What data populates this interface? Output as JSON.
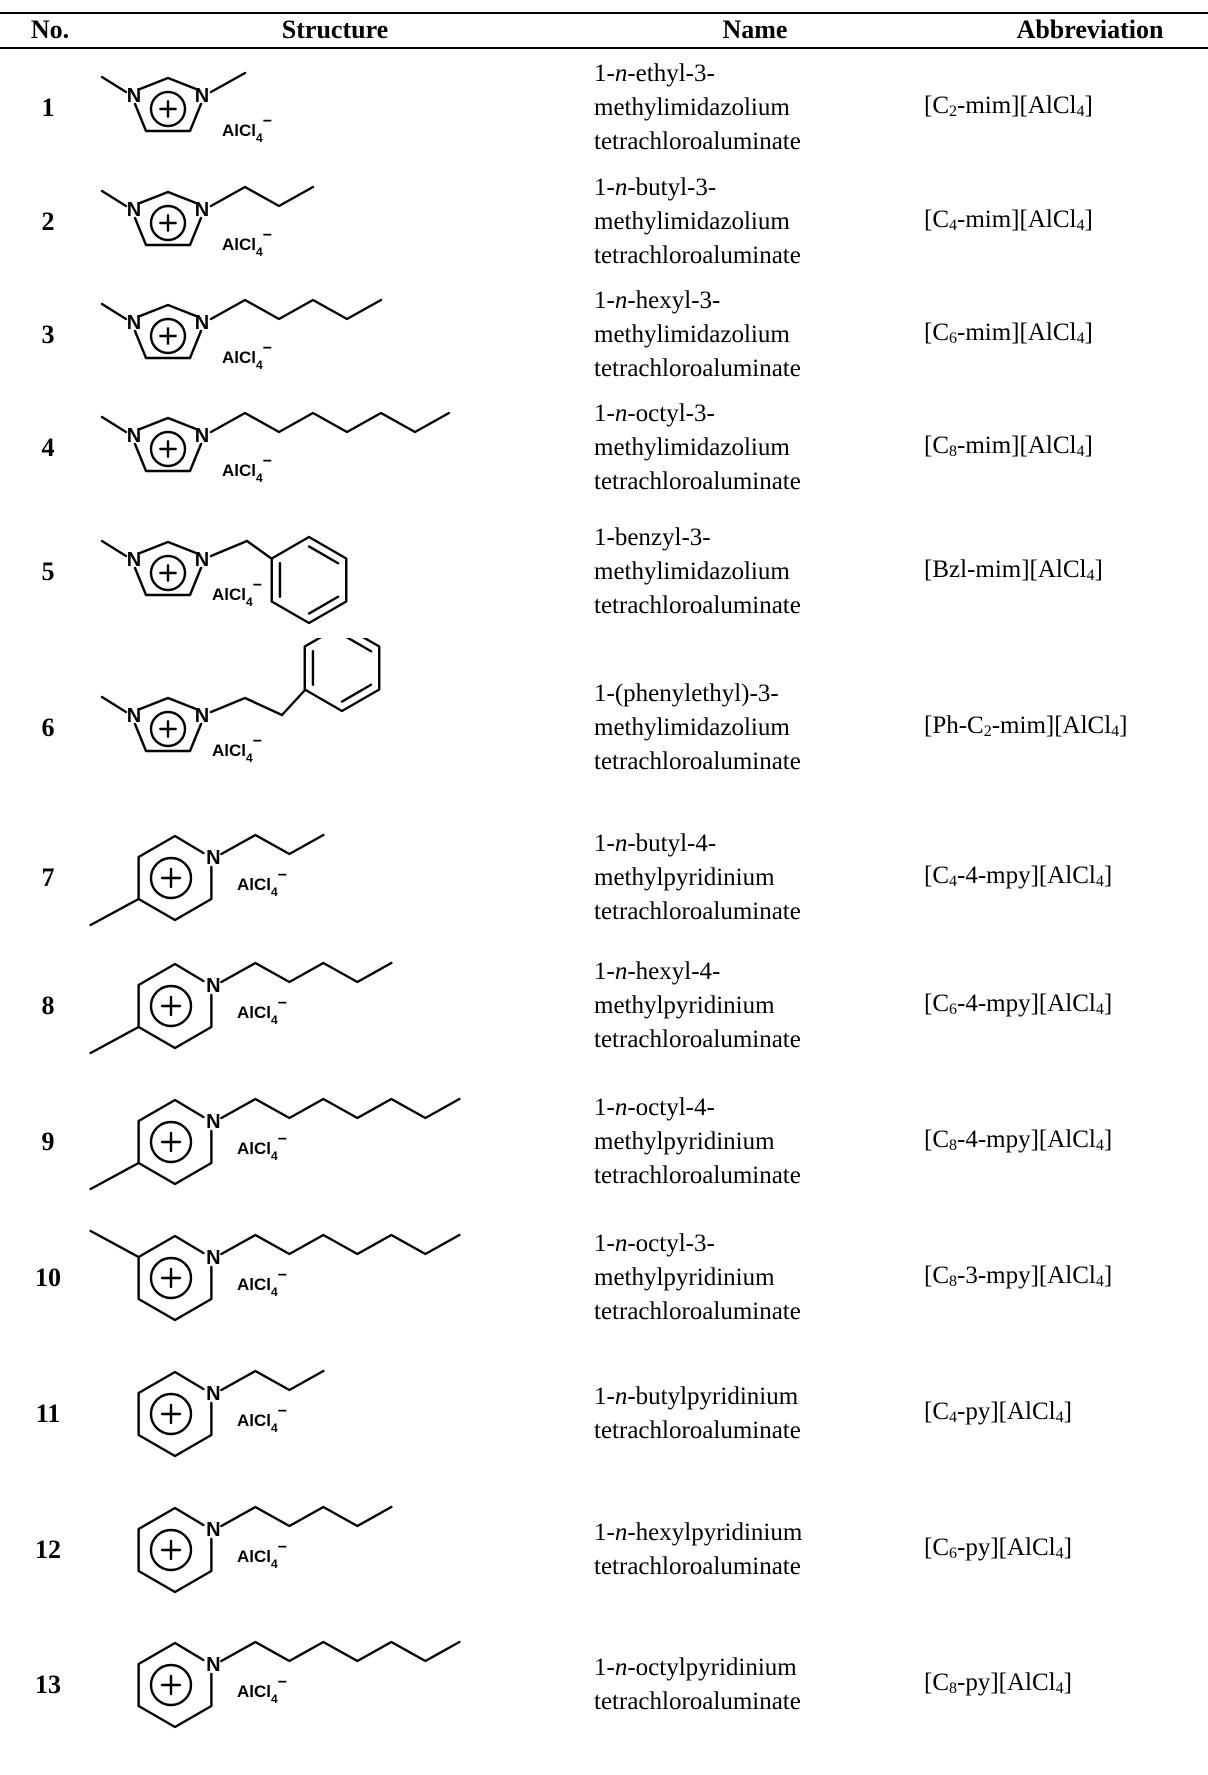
{
  "table": {
    "headers": {
      "no": "No.",
      "structure": "Structure",
      "name": "Name",
      "abbreviation": "Abbreviation"
    },
    "rows": [
      {
        "no": "1",
        "name_lines": [
          "1-n-ethyl-3-",
          "methylimidazolium",
          "tetrachloroaluminate"
        ],
        "abbr": "[C2-mim][AlCl4]",
        "structure": {
          "ring": "imidazolium",
          "chain_segments": 1,
          "substituent": "alkyl",
          "anion": "AlCl4−"
        }
      },
      {
        "no": "2",
        "name_lines": [
          "1-n-butyl-3-",
          "methylimidazolium",
          "tetrachloroaluminate"
        ],
        "abbr": "[C4-mim][AlCl4]",
        "structure": {
          "ring": "imidazolium",
          "chain_segments": 3,
          "substituent": "alkyl",
          "anion": "AlCl4−"
        }
      },
      {
        "no": "3",
        "name_lines": [
          "1-n-hexyl-3-",
          "methylimidazolium",
          "tetrachloroaluminate"
        ],
        "abbr": "[C6-mim][AlCl4]",
        "structure": {
          "ring": "imidazolium",
          "chain_segments": 5,
          "substituent": "alkyl",
          "anion": "AlCl4−"
        }
      },
      {
        "no": "4",
        "name_lines": [
          "1-n-octyl-3-",
          "methylimidazolium",
          "tetrachloroaluminate"
        ],
        "abbr": "[C8-mim][AlCl4]",
        "structure": {
          "ring": "imidazolium",
          "chain_segments": 7,
          "substituent": "alkyl",
          "anion": "AlCl4−"
        }
      },
      {
        "no": "5",
        "name_lines": [
          "1-benzyl-3-",
          "methylimidazolium",
          "tetrachloroaluminate"
        ],
        "abbr": "[Bzl-mim][AlCl4]",
        "structure": {
          "ring": "imidazolium",
          "chain_segments": 1,
          "substituent": "benzyl",
          "anion": "AlCl4−"
        }
      },
      {
        "no": "6",
        "name_lines": [
          "1-(phenylethyl)-3-",
          "methylimidazolium",
          "tetrachloroaluminate"
        ],
        "abbr": "[Ph-C2-mim][AlCl4]",
        "structure": {
          "ring": "imidazolium",
          "chain_segments": 2,
          "substituent": "phenylethyl",
          "anion": "AlCl4−"
        }
      },
      {
        "no": "7",
        "name_lines": [
          "1-n-butyl-4-",
          "methylpyridinium",
          "tetrachloroaluminate"
        ],
        "abbr": "[C4-4-mpy][AlCl4]",
        "structure": {
          "ring": "4-methylpyridinium",
          "chain_segments": 3,
          "substituent": "alkyl",
          "anion": "AlCl4−"
        }
      },
      {
        "no": "8",
        "name_lines": [
          "1-n-hexyl-4-",
          "methylpyridinium",
          "tetrachloroaluminate"
        ],
        "abbr": "[C6-4-mpy][AlCl4]",
        "structure": {
          "ring": "4-methylpyridinium",
          "chain_segments": 5,
          "substituent": "alkyl",
          "anion": "AlCl4−"
        }
      },
      {
        "no": "9",
        "name_lines": [
          "1-n-octyl-4-",
          "methylpyridinium",
          "tetrachloroaluminate"
        ],
        "abbr": "[C8-4-mpy][AlCl4]",
        "structure": {
          "ring": "4-methylpyridinium",
          "chain_segments": 7,
          "substituent": "alkyl",
          "anion": "AlCl4−"
        }
      },
      {
        "no": "10",
        "name_lines": [
          "1-n-octyl-3-",
          "methylpyridinium",
          "tetrachloroaluminate"
        ],
        "abbr": "[C8-3-mpy][AlCl4]",
        "structure": {
          "ring": "3-methylpyridinium",
          "chain_segments": 7,
          "substituent": "alkyl",
          "anion": "AlCl4−"
        }
      },
      {
        "no": "11",
        "name_lines": [
          "1-n-butylpyridinium",
          "tetrachloroaluminate"
        ],
        "abbr": "[C4-py][AlCl4]",
        "structure": {
          "ring": "pyridinium",
          "chain_segments": 3,
          "substituent": "alkyl",
          "anion": "AlCl4−"
        }
      },
      {
        "no": "12",
        "name_lines": [
          "1-n-hexylpyridinium",
          "tetrachloroaluminate"
        ],
        "abbr": "[C6-py][AlCl4]",
        "structure": {
          "ring": "pyridinium",
          "chain_segments": 5,
          "substituent": "alkyl",
          "anion": "AlCl4−"
        }
      },
      {
        "no": "13",
        "name_lines": [
          "1-n-octylpyridinium",
          "tetrachloroaluminate"
        ],
        "abbr": "[C8-py][AlCl4]",
        "structure": {
          "ring": "pyridinium",
          "chain_segments": 7,
          "substituent": "alkyl",
          "anion": "AlCl4−"
        }
      }
    ]
  }
}
